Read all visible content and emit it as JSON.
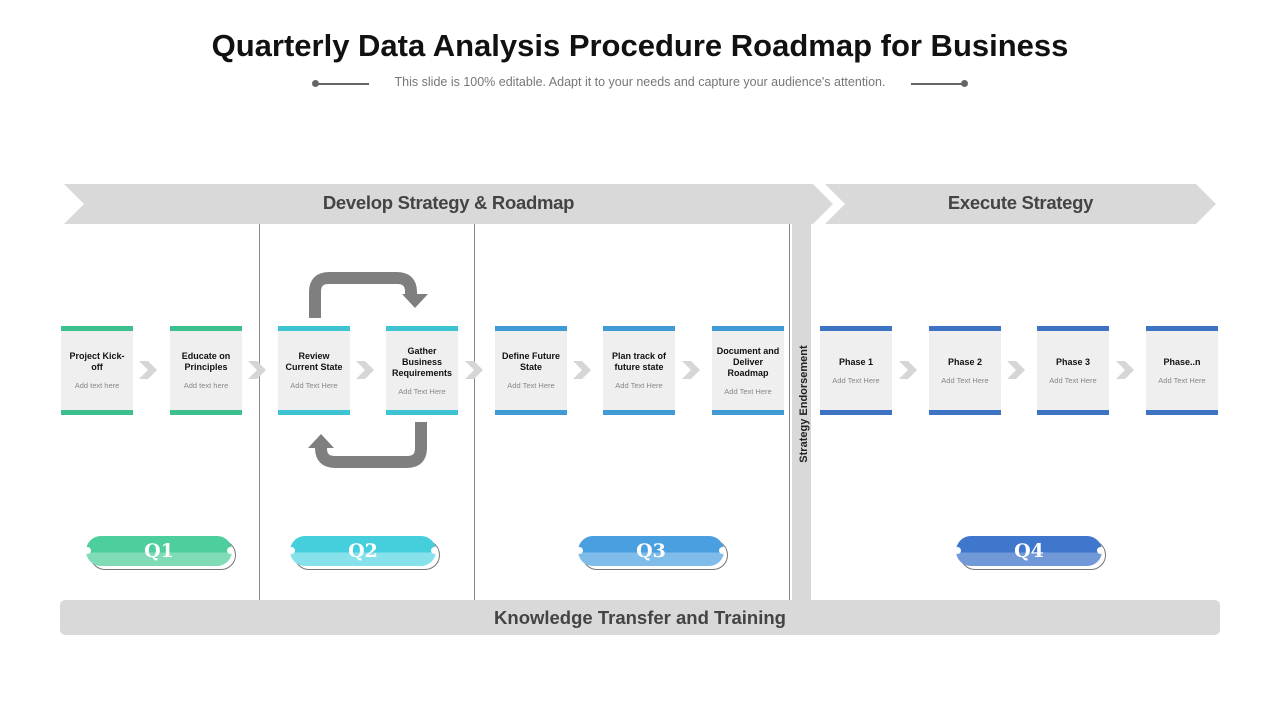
{
  "title": "Quarterly Data Analysis Procedure Roadmap for Business",
  "subtitle": "This slide is 100% editable. Adapt it to your needs and capture your audience's attention.",
  "banners": {
    "develop": "Develop Strategy & Roadmap",
    "execute": "Execute Strategy"
  },
  "endorsement": "Strategy Endorsement",
  "cards": [
    {
      "title": "Project Kick-off",
      "sub": "Add text here",
      "color": "#3dbf8e"
    },
    {
      "title": "Educate on Principles",
      "sub": "Add text here",
      "color": "#3dbf8e"
    },
    {
      "title": "Review Current State",
      "sub": "Add Text Here",
      "color": "#3ec3d3"
    },
    {
      "title": "Gather Business Requirements",
      "sub": "Add Text Here",
      "color": "#3ec3d3"
    },
    {
      "title": "Define Future State",
      "sub": "Add Text Here",
      "color": "#3f9ad6"
    },
    {
      "title": "Plan track of future state",
      "sub": "Add Text Here",
      "color": "#3f9ad6"
    },
    {
      "title": "Document and Deliver Roadmap",
      "sub": "Add Text Here",
      "color": "#3f9ad6"
    },
    {
      "title": "Phase 1",
      "sub": "Add Text Here",
      "color": "#3d73c2"
    },
    {
      "title": "Phase 2",
      "sub": "Add Text Here",
      "color": "#3d73c2"
    },
    {
      "title": "Phase 3",
      "sub": "Add Text Here",
      "color": "#3d73c2"
    },
    {
      "title": "Phase..n",
      "sub": "Add Text Here",
      "color": "#3d73c2"
    }
  ],
  "quarters": [
    {
      "label": "Q1",
      "color": "#4ccf9c",
      "accent": "#9ee6c6"
    },
    {
      "label": "Q2",
      "color": "#45cfdc",
      "accent": "#a3ecf2"
    },
    {
      "label": "Q3",
      "color": "#4a9fe0",
      "accent": "#a8d2f3"
    },
    {
      "label": "Q4",
      "color": "#3f77cc",
      "accent": "#9fbdec"
    }
  ],
  "bottom_bar": "Knowledge Transfer and Training",
  "colors": {
    "banner": "#d9d9d9",
    "chevron": "#d6d6d6",
    "cycle_arrow": "#7f7f7f"
  }
}
